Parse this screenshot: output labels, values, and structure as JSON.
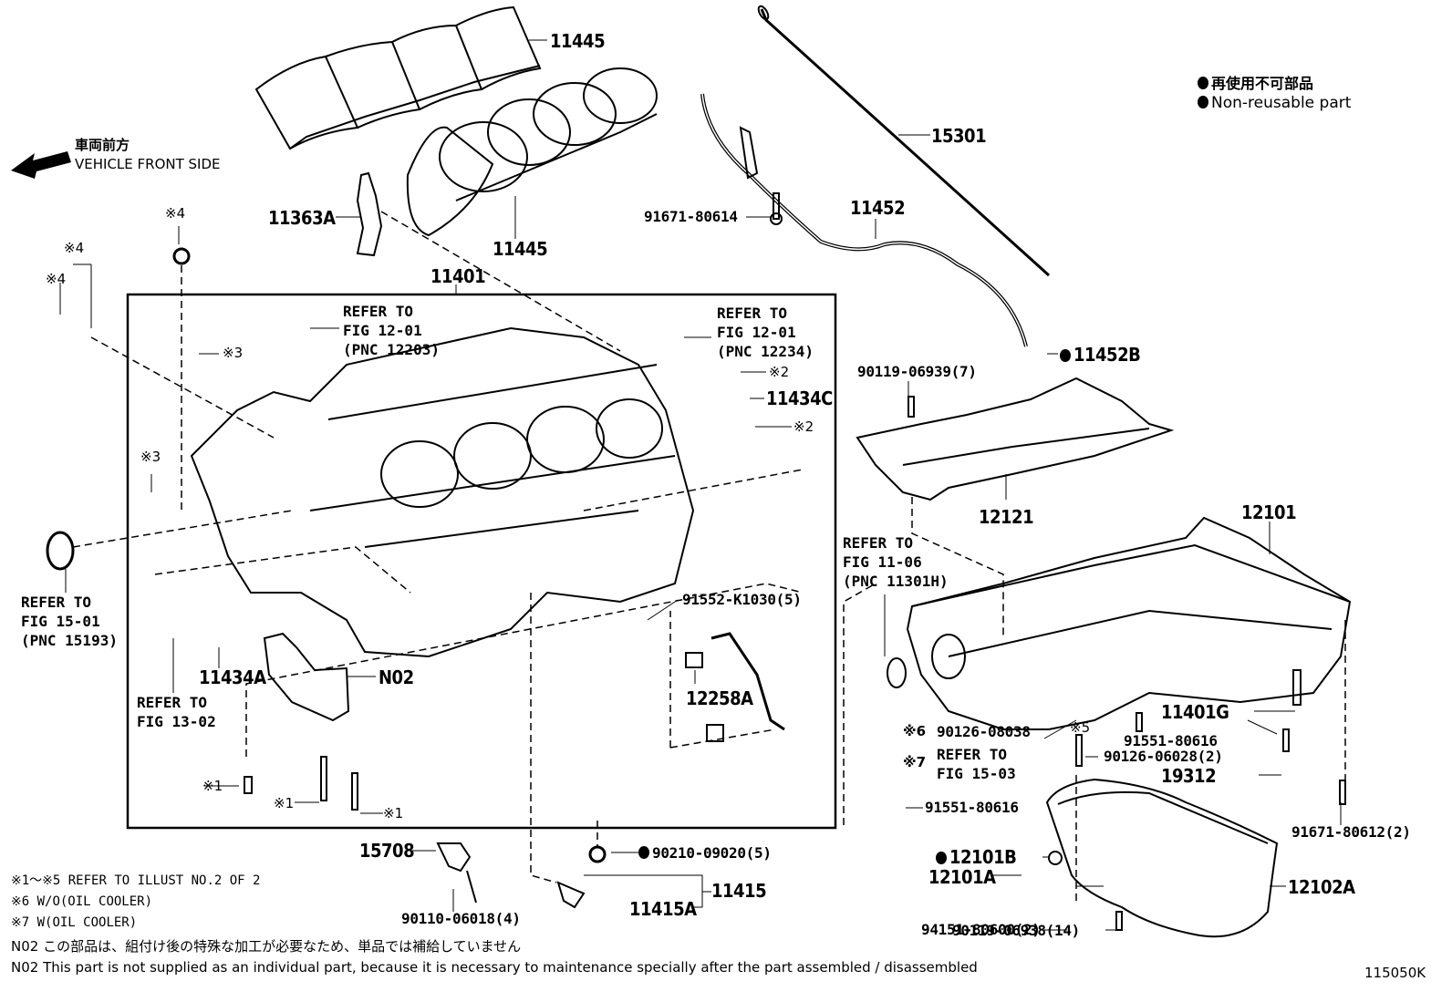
{
  "diagram": {
    "title_code": "115050K",
    "legend": {
      "symbol": "filled-circle",
      "text_jp": "再使用不可部品",
      "text_en": "Non-reusable part"
    },
    "direction": {
      "text_jp": "車両前方",
      "text_en": "VEHICLE FRONT SIDE"
    },
    "parts": [
      {
        "id": "11445-top",
        "label": "11445"
      },
      {
        "id": "11445-bottom",
        "label": "11445"
      },
      {
        "id": "11363A",
        "label": "11363A"
      },
      {
        "id": "15301",
        "label": "15301"
      },
      {
        "id": "11452",
        "label": "11452"
      },
      {
        "id": "91671-80614",
        "label": "91671-80614"
      },
      {
        "id": "11452B",
        "label": "11452B",
        "non_reusable": true
      },
      {
        "id": "11401",
        "label": "11401"
      },
      {
        "id": "11434C",
        "label": "11434C"
      },
      {
        "id": "11434A",
        "label": "11434A"
      },
      {
        "id": "N02",
        "label": "N02"
      },
      {
        "id": "90119-06939",
        "label": "90119-06939(7)"
      },
      {
        "id": "12121",
        "label": "12121"
      },
      {
        "id": "12101",
        "label": "12101"
      },
      {
        "id": "91552-K1030",
        "label": "91552-K1030(5)"
      },
      {
        "id": "12258A",
        "label": "12258A"
      },
      {
        "id": "11401G",
        "label": "11401G"
      },
      {
        "id": "90126-08038",
        "label": "90126-08038"
      },
      {
        "id": "91551-80616-a",
        "label": "91551-80616"
      },
      {
        "id": "90126-06028",
        "label": "90126-06028(2)"
      },
      {
        "id": "19312",
        "label": "19312"
      },
      {
        "id": "91551-80616-b",
        "label": "91551-80616"
      },
      {
        "id": "91671-80612",
        "label": "91671-80612(2)"
      },
      {
        "id": "15708",
        "label": "15708"
      },
      {
        "id": "90210-09020",
        "label": "90210-09020(5)",
        "non_reusable": true
      },
      {
        "id": "11415",
        "label": "11415"
      },
      {
        "id": "11415A",
        "label": "11415A"
      },
      {
        "id": "90110-06018",
        "label": "90110-06018(4)"
      },
      {
        "id": "12101B",
        "label": "12101B",
        "non_reusable": true
      },
      {
        "id": "12101A",
        "label": "12101A"
      },
      {
        "id": "12102A",
        "label": "12102A"
      },
      {
        "id": "94151-80600",
        "label": "94151-80600(2)"
      },
      {
        "id": "90119-06938",
        "label": "90119-06938(14)"
      }
    ],
    "references": [
      {
        "id": "ref-12203",
        "lines": [
          "REFER TO",
          "FIG 12-01",
          "(PNC 12203)"
        ]
      },
      {
        "id": "ref-12234",
        "lines": [
          "REFER TO",
          "FIG 12-01",
          "(PNC 12234)"
        ]
      },
      {
        "id": "ref-15193",
        "lines": [
          "REFER TO",
          "FIG 15-01",
          "(PNC 15193)"
        ]
      },
      {
        "id": "ref-13-02",
        "lines": [
          "REFER TO",
          "FIG 13-02"
        ]
      },
      {
        "id": "ref-11301H",
        "lines": [
          "REFER TO",
          "FIG 11-06",
          "(PNC 11301H)"
        ]
      },
      {
        "id": "ref-15-03",
        "lines": [
          "REFER TO",
          "FIG 15-03"
        ]
      }
    ],
    "marks": {
      "m4a": "※4",
      "m4b": "※4",
      "m4c": "※4",
      "m3a": "※3",
      "m3b": "※3",
      "m2a": "※2",
      "m2b": "※2",
      "m1a": "※1",
      "m1b": "※1",
      "m1c": "※1",
      "m5": "※5",
      "m6": "※6",
      "m7": "※7"
    },
    "notes": [
      "※1～※5 REFER TO ILLUST NO.2 OF 2",
      "※6 W/O(OIL COOLER)",
      "※7 W(OIL COOLER)",
      "N02  この部品は、組付け後の特殊な加工が必要なため、単品では補給していません",
      "N02  This part is not supplied as an individual part, because it is necessary to maintenance specially after the part assembled / disassembled"
    ]
  }
}
